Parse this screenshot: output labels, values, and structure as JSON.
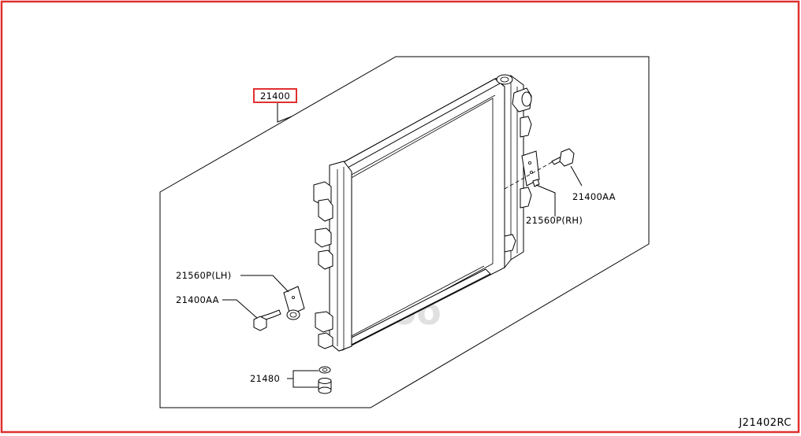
{
  "diagram_code": "J21402RC",
  "watermark": "oboo",
  "colors": {
    "frame": "#e03030",
    "highlight": "#e03030",
    "ink": "#000000",
    "watermark": "#d6d6d6"
  },
  "callouts": {
    "radiator_assembly": "21400",
    "bolt_rh": "21400AA",
    "bracket_rh": "21560P(RH)",
    "bracket_lh": "21560P(LH)",
    "bolt_lh": "21400AA",
    "drain_cock": "21480"
  }
}
